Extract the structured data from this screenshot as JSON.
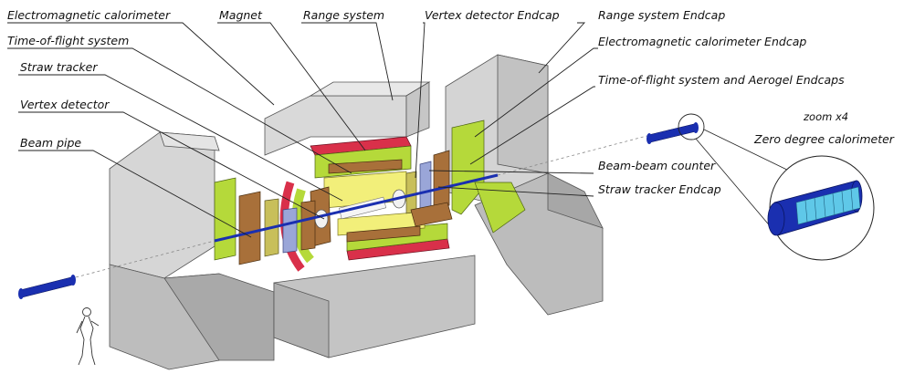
{
  "labels": {
    "electromagnetic_calorimeter": "Electromagnetic calorimeter",
    "magnet": "Magnet",
    "range_system": "Range system",
    "vertex_detector_endcap": "Vertex detector Endcap",
    "range_system_endcap": "Range system Endcap",
    "time_of_flight_system": "Time-of-flight system",
    "electromagnetic_calorimeter_endcap": "Electromagnetic calorimeter Endcap",
    "straw_tracker": "Straw tracker",
    "time_of_flight_aerogel_endcaps": "Time-of-flight system and Aerogel Endcaps",
    "vertex_detector": "Vertex detector",
    "beam_pipe": "Beam pipe",
    "beam_beam_counter": "Beam-beam counter",
    "straw_tracker_endcap": "Straw tracker Endcap",
    "zoom": "zoom x4",
    "zero_degree_calorimeter": "Zero degree calorimeter"
  },
  "colors": {
    "range_grey": "#c8c8c8",
    "range_grey_dark": "#9a9a9a",
    "magnet_red": "#d9304a",
    "ecal_green": "#b5d93a",
    "tof_yellow": "#f2ef7a",
    "straw_brown": "#a8703a",
    "vertex_white": "#f2f2f2",
    "beam_blue": "#1a2fb0",
    "zdc_cyan": "#5fc8e8",
    "bbc_lilac": "#9aa6d8"
  },
  "icons": [
    "human-figure-icon"
  ]
}
